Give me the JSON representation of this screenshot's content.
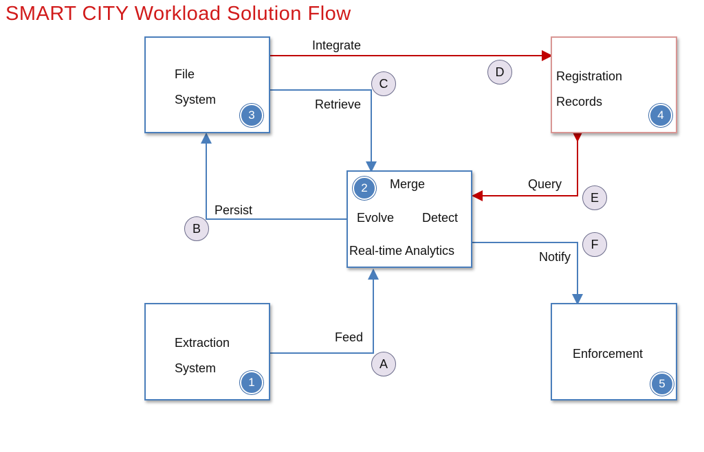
{
  "title": "SMART CITY Workload Solution Flow",
  "colors": {
    "blue": "#4a7ebb",
    "red": "#c00000",
    "title": "#d11a1a",
    "badge": "#4f81bd",
    "marker_fill": "#e6e0ec"
  },
  "nodes": {
    "file_system": {
      "line1": "File",
      "line2": "System",
      "badge": "3"
    },
    "registration": {
      "line1": "Registration",
      "line2": "Records",
      "badge": "4"
    },
    "analytics": {
      "badge": "2",
      "merge": "Merge",
      "evolve": "Evolve",
      "detect": "Detect",
      "label": "Real-time Analytics"
    },
    "extraction": {
      "line1": "Extraction",
      "line2": "System",
      "badge": "1"
    },
    "enforcement": {
      "label": "Enforcement",
      "badge": "5"
    }
  },
  "flows": {
    "integrate": {
      "label": "Integrate",
      "marker": "D"
    },
    "retrieve": {
      "label": "Retrieve",
      "marker": "C"
    },
    "persist": {
      "label": "Persist",
      "marker": "B"
    },
    "query": {
      "label": "Query",
      "marker": "E"
    },
    "notify": {
      "label": "Notify",
      "marker": "F"
    },
    "feed": {
      "label": "Feed",
      "marker": "A"
    }
  }
}
